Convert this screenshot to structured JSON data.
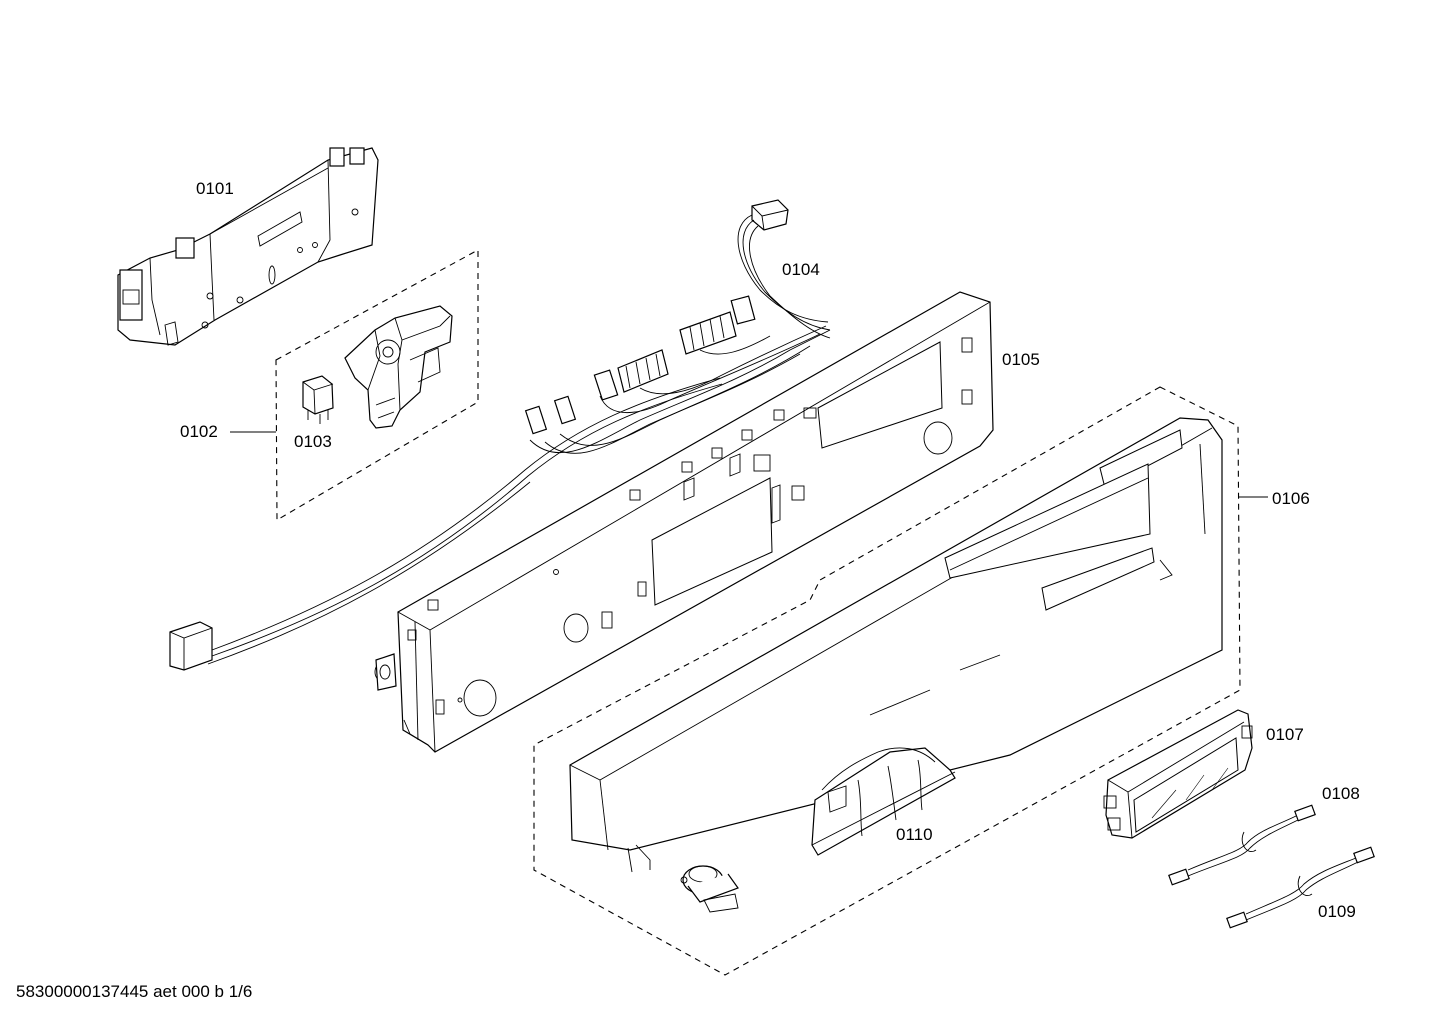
{
  "labels": {
    "p0101": "0101",
    "p0102": "0102",
    "p0103": "0103",
    "p0104": "0104",
    "p0105": "0105",
    "p0106": "0106",
    "p0107": "0107",
    "p0108": "0108",
    "p0109": "0109",
    "p0110": "0110"
  },
  "footer": {
    "reference": "58300000137445 aet 000 b 1/6"
  }
}
